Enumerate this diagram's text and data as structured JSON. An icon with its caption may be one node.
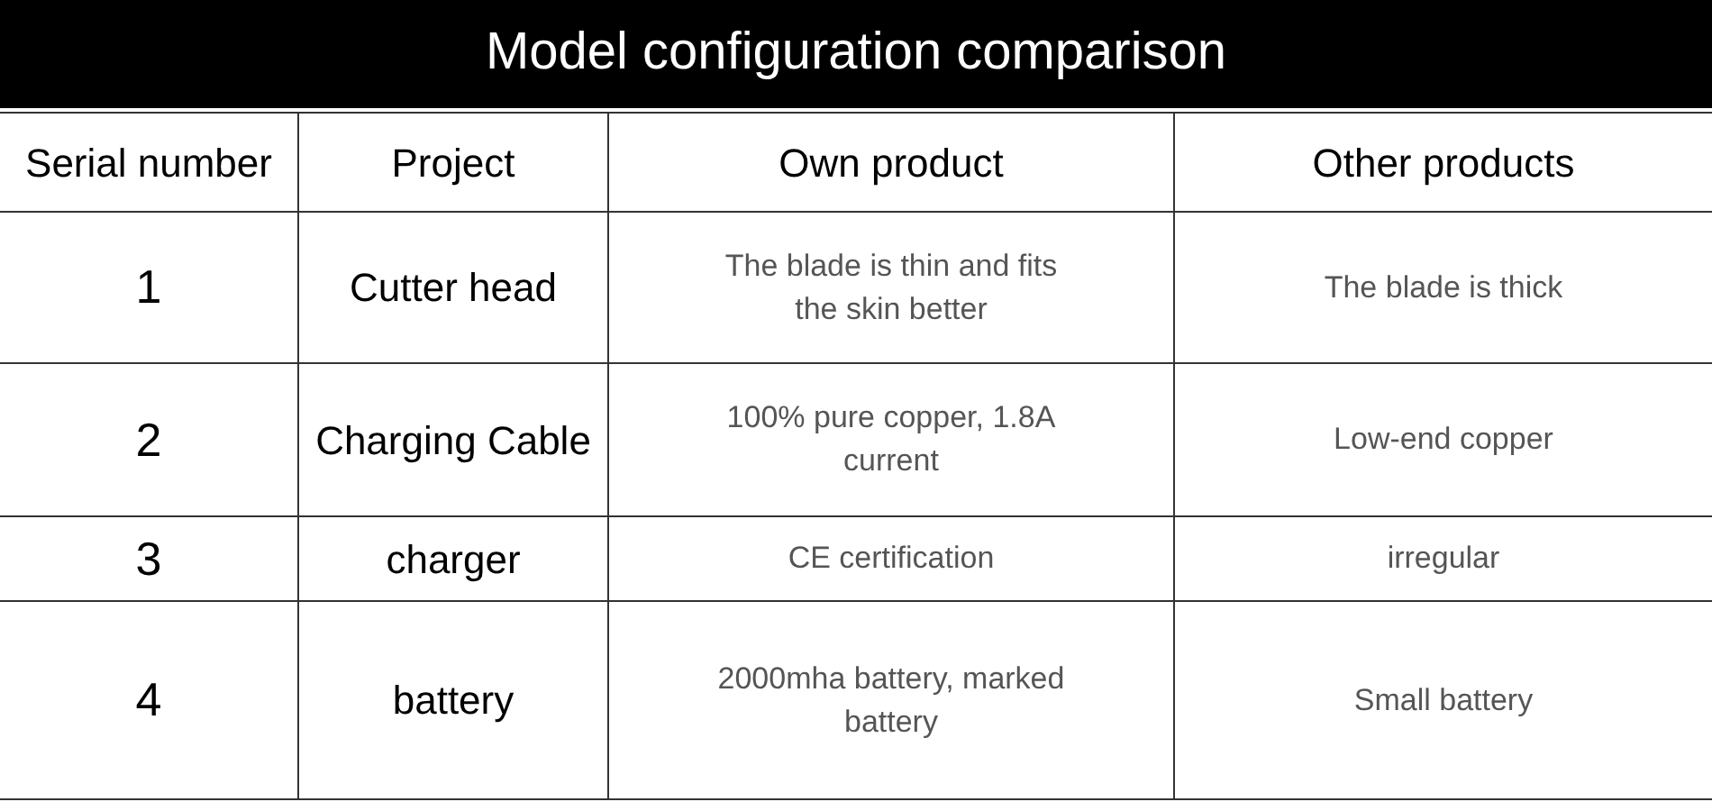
{
  "diagram": {
    "title": "Model configuration comparison",
    "labels": [
      "Serial number",
      "Project",
      "Own product",
      "Other products",
      "1",
      "Cutter head",
      "The blade is thin and fits the skin better",
      "The blade is thick",
      "2",
      "Charging Cable",
      "100% pure copper, 1.8A current",
      "Low-end copper",
      "3",
      "charger",
      "CE certification",
      "irregular",
      "4",
      "battery",
      "2000mha battery, marked battery",
      "Small battery"
    ]
  }
}
